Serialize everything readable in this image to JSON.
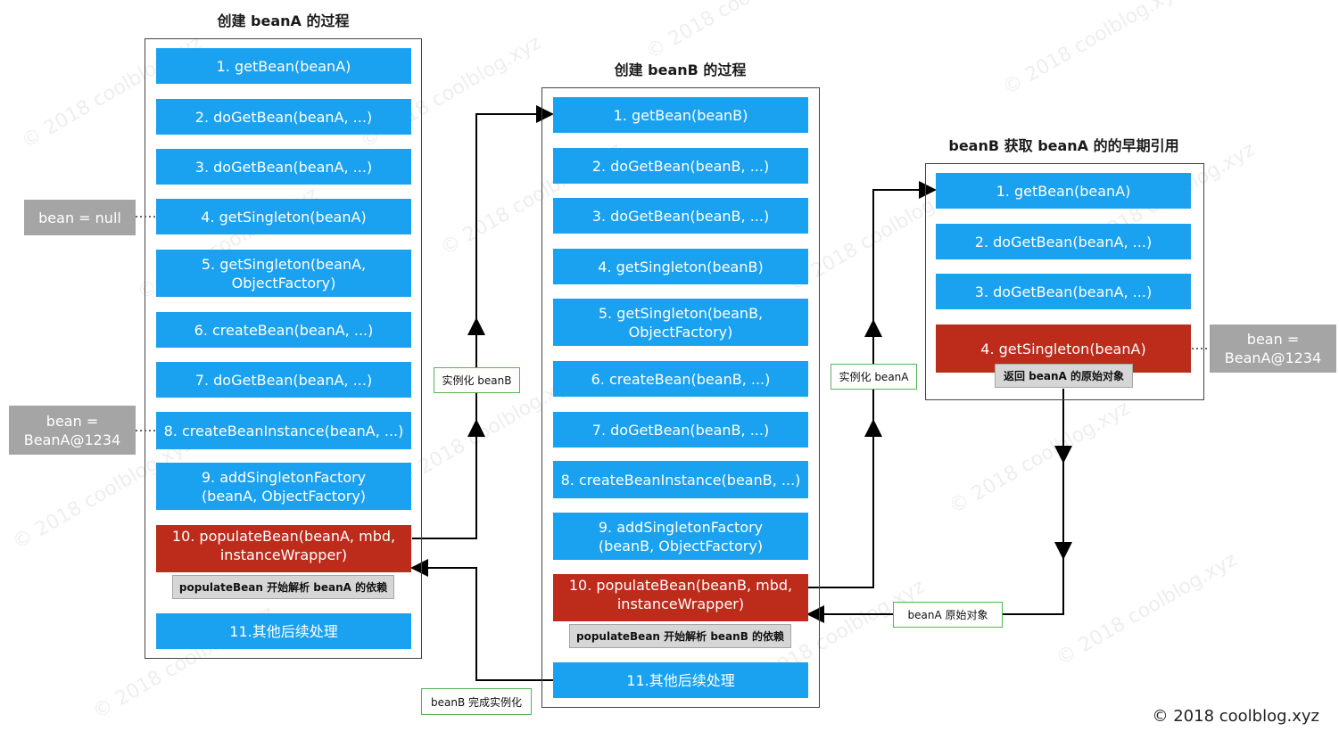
{
  "colors": {
    "step_blue": "#1aa1f0",
    "step_red": "#bd2b1b",
    "label_gray": "#a5a5a5",
    "note_gray": "#d6d6d6",
    "green_border": "#58b354"
  },
  "panels": {
    "beanA": {
      "title": "创建 beanA 的过程",
      "steps": [
        "1. getBean(beanA)",
        "2. doGetBean(beanA, ...)",
        "3. doGetBean(beanA, ...)",
        "4. getSingleton(beanA)",
        "5. getSingleton(beanA,\nObjectFactory)",
        "6. createBean(beanA, ...)",
        "7. doGetBean(beanA, ...)",
        "8. createBeanInstance(beanA, ...)",
        "9. addSingletonFactory\n(beanA, ObjectFactory)",
        "10. populateBean(beanA, mbd,\ninstanceWrapper)",
        "11.其他后续处理"
      ],
      "note": "populateBean 开始解析 beanA 的依赖"
    },
    "beanB": {
      "title": "创建 beanB 的过程",
      "steps": [
        "1. getBean(beanB)",
        "2. doGetBean(beanB, ...)",
        "3. doGetBean(beanB, ...)",
        "4. getSingleton(beanB)",
        "5. getSingleton(beanB,\nObjectFactory)",
        "6. createBean(beanB, ...)",
        "7. doGetBean(beanB, ...)",
        "8. createBeanInstance(beanB, ...)",
        "9. addSingletonFactory\n(beanB, ObjectFactory)",
        "10. populateBean(beanB, mbd,\ninstanceWrapper)",
        "11.其他后续处理"
      ],
      "note": "populateBean 开始解析 beanB 的依赖"
    },
    "beanB_get_beanA": {
      "title": "beanB 获取 beanA 的的早期引用",
      "steps": [
        "1. getBean(beanA)",
        "2. doGetBean(beanA, ...)",
        "3. doGetBean(beanA, ...)",
        "4. getSingleton(beanA)"
      ],
      "note": "返回 beanA 的原始对象"
    }
  },
  "side_labels": {
    "bean_null": "bean = null",
    "bean_beanA_left": "bean =\nBeanA@1234",
    "bean_beanA_right": "bean =\nBeanA@1234"
  },
  "edge_labels": {
    "instantiate_beanB": "实例化 beanB",
    "instantiate_beanA": "实例化 beanA",
    "beanA_raw_object": "beanA 原始对象",
    "beanB_done": "beanB 完成实例化"
  },
  "watermark_text": "© 2018 coolblog.xyz",
  "copyright": "© 2018 coolblog.xyz"
}
